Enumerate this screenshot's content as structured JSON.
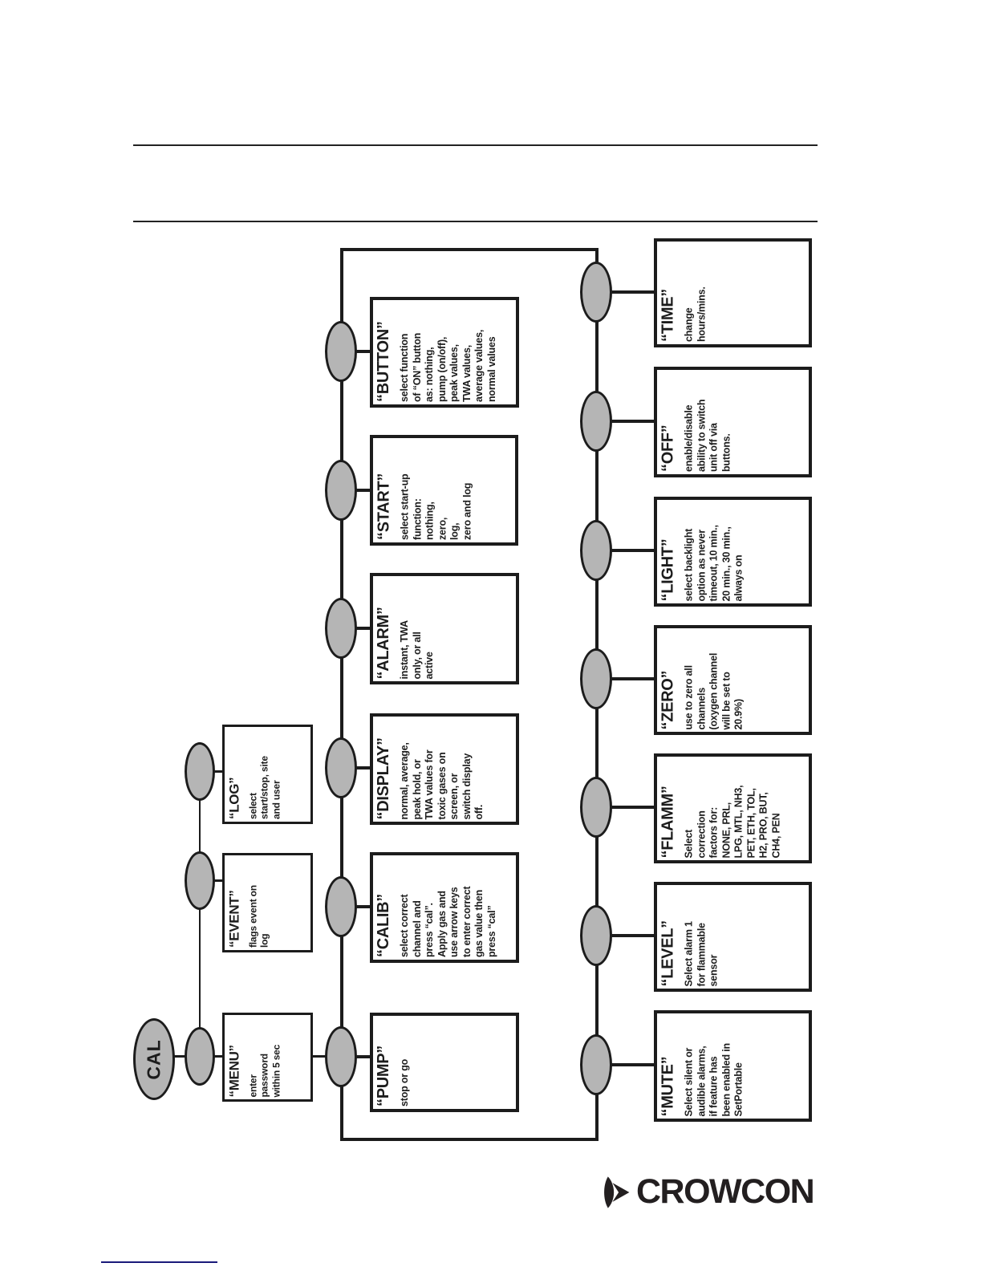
{
  "diagram": {
    "root": {
      "label": "CAL"
    },
    "boxes": {
      "menu": {
        "title": "“MENU”",
        "body": "enter\npassword\nwithin 5 sec"
      },
      "event": {
        "title": "“EVENT”",
        "body": "flags event on\nlog"
      },
      "log": {
        "title": "“LOG”",
        "body": "select\nstart/stop, site\nand user"
      },
      "pump": {
        "title": "“PUMP”",
        "body": "stop or go"
      },
      "calib": {
        "title": "“CALIB”",
        "body": "select correct\nchannel and\npress “cal”.\nApply gas and\nuse arrow keys\nto enter correct\ngas value then\npress “cal”"
      },
      "display": {
        "title": "“DISPLAY”",
        "body": "normal, average,\npeak hold, or\nTWA values for\ntoxic gases on\nscreen, or\nswitch display\noff."
      },
      "alarm": {
        "title": "“ALARM”",
        "body": "instant, TWA\nonly, or all\nactive"
      },
      "start": {
        "title": "“START”",
        "body": "select start-up\nfunction:\nnothing,\nzero,\nlog,\nzero and log"
      },
      "button": {
        "title": "“BUTTON”",
        "body": "select function\nof “ON” button\nas: nothing,\npump (on/off),\npeak values,\nTWA values,\naverage values,\nnormal values"
      },
      "time": {
        "title": "“TIME”",
        "body": "change\nhours/mins."
      },
      "off": {
        "title": "“OFF”",
        "body": "enable/disable\nability to switch\nunit off via\nbuttons."
      },
      "light": {
        "title": "“LIGHT”",
        "body": "select backlight\noption as never\ntimeout, 10 min.,\n20 min., 30 min.,\nalways on"
      },
      "zero": {
        "title": "“ZERO”",
        "body": "use to zero all\nchannels\n(oxygen channel\nwill be set to\n20.9%)"
      },
      "flamm": {
        "title": "“FLAMM”",
        "body": "Select\ncorrection\nfactors for:\nNONE, PRL,\nLPG, MTL, NH3,\nPET, ETH, TOL,\nH2, PRO, BUT,\nCH4, PEN"
      },
      "level": {
        "title": "“LEVEL”",
        "body": "Select alarm 1\nfor flammable\nsensor"
      },
      "mute": {
        "title": "“MUTE”",
        "body": "Select silent or\naudible alarms,\nif feature has\nbeen enabled in\nSetPortable"
      }
    }
  },
  "footer": {
    "logo_text": "CROWCON"
  },
  "colors": {
    "ink": "#1c1c1c",
    "node_fill": "#b5b5b5",
    "logo": "#231f20",
    "footer_rule": "#1a1a7a"
  }
}
